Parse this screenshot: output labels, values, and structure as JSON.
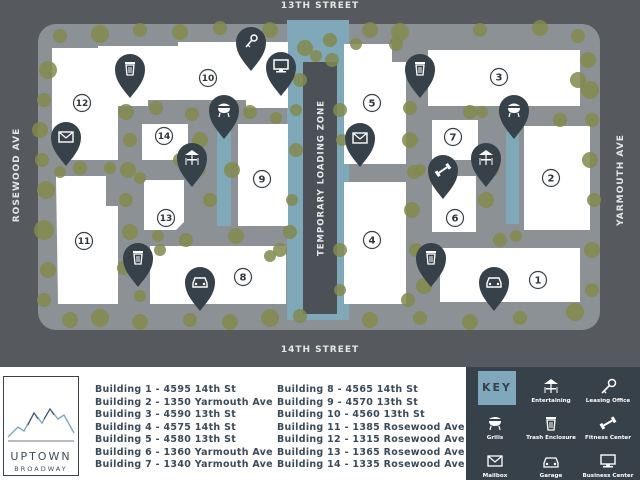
{
  "streets": {
    "north": "13TH STREET",
    "south": "14TH STREET",
    "west": "ROSEWOOD AVE",
    "east": "YARMOUTH AVE"
  },
  "loading_zone": "TEMPORARY LOADING ZONE",
  "building_numbers": [
    "1",
    "2",
    "3",
    "4",
    "5",
    "6",
    "7",
    "8",
    "9",
    "10",
    "11",
    "12",
    "13",
    "14"
  ],
  "logo": {
    "name": "UPTOWN",
    "subtitle": "BROADWAY"
  },
  "buildings": [
    "Building 1 - 4595 14th St",
    "Building 2 - 1350 Yarmouth Ave",
    "Building 3 - 4590 13th St",
    "Building 4 - 4575 14th St",
    "Building 5 - 4580 13th St",
    "Building 6 - 1360 Yarmouth Ave",
    "Building 7 - 1340 Yarmouth Ave",
    "Building 8 - 4565 14th St",
    "Building 9 - 4570 13th St",
    "Building 10 - 4560 13th St",
    "Building 11 - 1385 Rosewood Ave",
    "Building 12 - 1315 Rosewood Ave",
    "Building 13 - 1365 Rosewood Ave",
    "Building 14 - 1335 Rosewood Ave"
  ],
  "key": {
    "title": "KEY",
    "items": [
      {
        "label": "Entertaining",
        "icon": "entertaining-icon"
      },
      {
        "label": "Leasing Office",
        "icon": "key-icon"
      },
      {
        "label": "Grills",
        "icon": "grill-icon"
      },
      {
        "label": "Trash Enclosure",
        "icon": "trash-icon"
      },
      {
        "label": "Fitness Center",
        "icon": "dumbbell-icon"
      },
      {
        "label": "Mailbox",
        "icon": "mail-icon"
      },
      {
        "label": "Garage",
        "icon": "car-icon"
      },
      {
        "label": "Business Center",
        "icon": "computer-icon"
      }
    ]
  },
  "colors": {
    "background": "#565a5e",
    "lot": "#8c9196",
    "building": "#ffffff",
    "loading_zone": "#7fa8b8",
    "pin": "#37414a",
    "tree": "#838a4c",
    "key_panel": "#37414a",
    "key_accent": "#7fa8bd"
  }
}
